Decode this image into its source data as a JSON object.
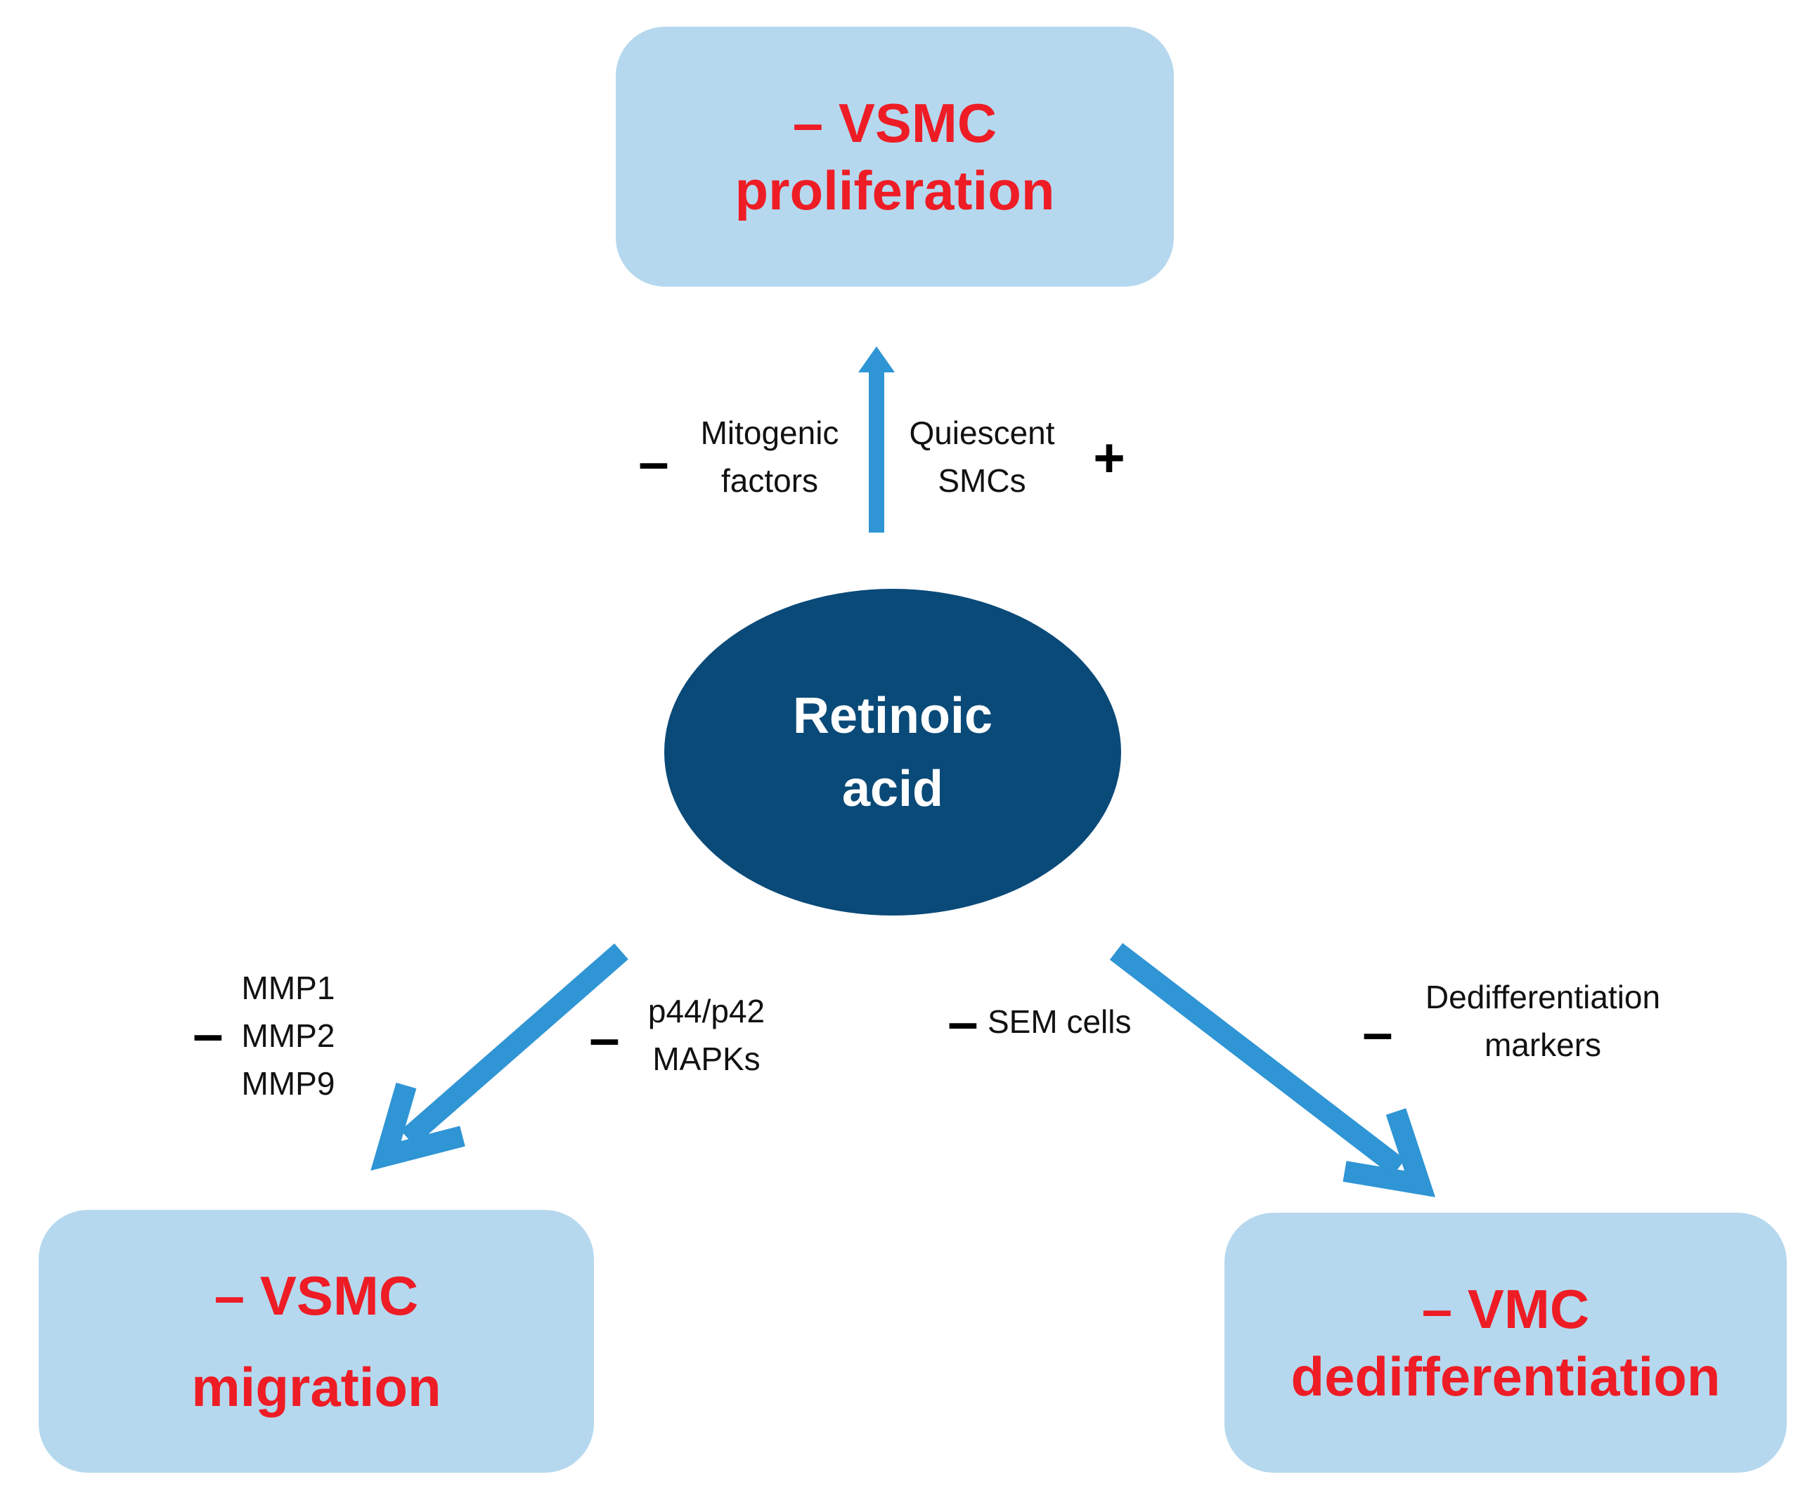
{
  "center": {
    "lines": [
      "Retinoic",
      "acid"
    ]
  },
  "outcomes": {
    "proliferation": {
      "lines": [
        "– VSMC",
        "proliferation"
      ]
    },
    "migration": {
      "lines": [
        "– VSMC",
        "migration"
      ]
    },
    "dedifferentiation": {
      "lines": [
        "– VMC",
        "dedifferentiation"
      ]
    }
  },
  "labels": {
    "mitogenic": {
      "sign": "–",
      "lines": [
        "Mitogenic",
        "factors"
      ]
    },
    "quiescent": {
      "sign": "+",
      "lines": [
        "Quiescent",
        "SMCs"
      ]
    },
    "mmp": {
      "sign": "–",
      "lines": [
        "MMP1",
        "MMP2",
        "MMP9"
      ]
    },
    "mapk": {
      "sign": "–",
      "lines": [
        "p44/p42",
        "MAPKs"
      ]
    },
    "sem": {
      "sign": "–",
      "text": "SEM cells"
    },
    "dediff_markers": {
      "sign": "–",
      "lines": [
        "Dedifferentiation",
        "markers"
      ]
    }
  },
  "colors": {
    "box_fill": "#b5d8ee",
    "outcome_text": "#ee1c25",
    "center_fill": "#0a4a78",
    "center_text": "#ffffff",
    "arrow": "#2f95d5"
  }
}
